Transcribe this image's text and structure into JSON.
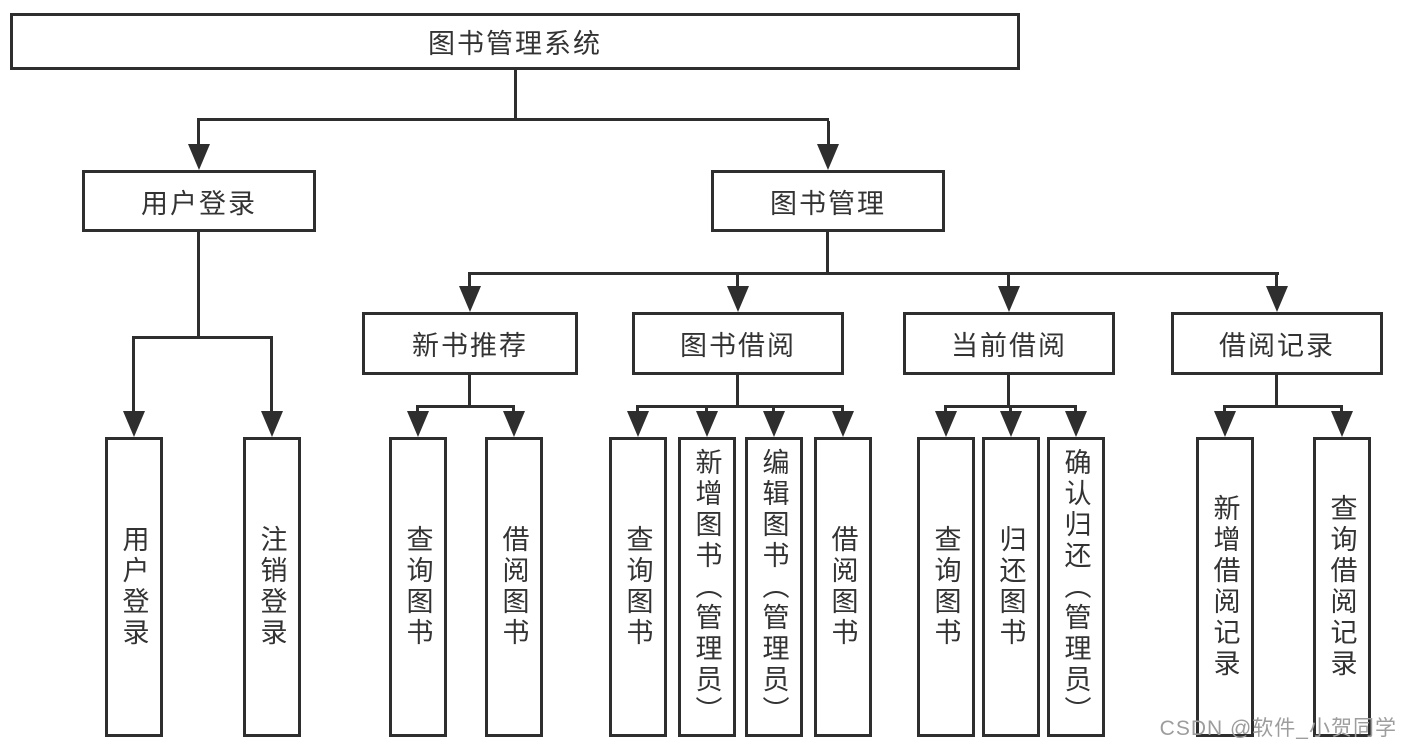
{
  "tree": {
    "label": "图书管理系统",
    "children": [
      {
        "label": "用户登录",
        "children": [
          {
            "label": "用户登录"
          },
          {
            "label": "注销登录"
          }
        ]
      },
      {
        "label": "图书管理",
        "children": [
          {
            "label": "新书推荐",
            "children": [
              {
                "label": "查询图书"
              },
              {
                "label": "借阅图书"
              }
            ]
          },
          {
            "label": "图书借阅",
            "children": [
              {
                "label": "查询图书"
              },
              {
                "label": "新增图书（管理员）"
              },
              {
                "label": "编辑图书（管理员）"
              },
              {
                "label": "借阅图书"
              }
            ]
          },
          {
            "label": "当前借阅",
            "children": [
              {
                "label": "查询图书"
              },
              {
                "label": "归还图书"
              },
              {
                "label": "确认归还（管理员）"
              }
            ]
          },
          {
            "label": "借阅记录",
            "children": [
              {
                "label": "新增借阅记录"
              },
              {
                "label": "查询借阅记录"
              }
            ]
          }
        ]
      }
    ]
  },
  "watermark": {
    "text": "CSDN @软件_小贺同学"
  },
  "colors": {
    "line": "#2e2e2e",
    "text": "#333333",
    "watermark": "#9d9d9d",
    "background": "#ffffff"
  }
}
